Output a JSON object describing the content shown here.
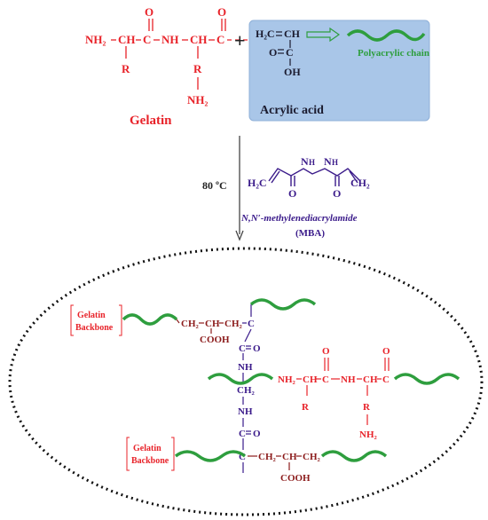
{
  "gelatin": {
    "nh2": "NH₂",
    "ch": "CH",
    "c": "C",
    "o": "O",
    "nh": "NH",
    "r": "R",
    "nh2_side": "NH₂",
    "label": "Gelatin"
  },
  "plus": "+",
  "acrylic": {
    "h2c": "H₂C",
    "ch": "CH",
    "oc": "O",
    "c": "C",
    "oh": "OH",
    "label": "Acrylic acid",
    "chain_label": "Polyacrylic chain"
  },
  "reaction": {
    "temperature": "80 ºC"
  },
  "mba": {
    "h2c_left": "H₂C",
    "ch2_right": "CH₂",
    "n1": "N",
    "h1": "H",
    "n2": "N",
    "h2": "H",
    "o1": "O",
    "o2": "O",
    "name": "N,N′-methylenediacrylamide",
    "abbr": "(MBA)"
  },
  "product": {
    "backbone_line1": "Gelatin",
    "backbone_line2": "Backbone",
    "ch2": "CH₂",
    "ch": "CH",
    "c": "C",
    "cooh": "COOH",
    "o": "O",
    "nh": "NH",
    "r": "R"
  },
  "colors": {
    "red": "#e8232a",
    "dark_red": "#8b1a1a",
    "purple": "#3a1a8a",
    "green": "#2e9e3e",
    "box_fill": "#a9c6e8"
  }
}
